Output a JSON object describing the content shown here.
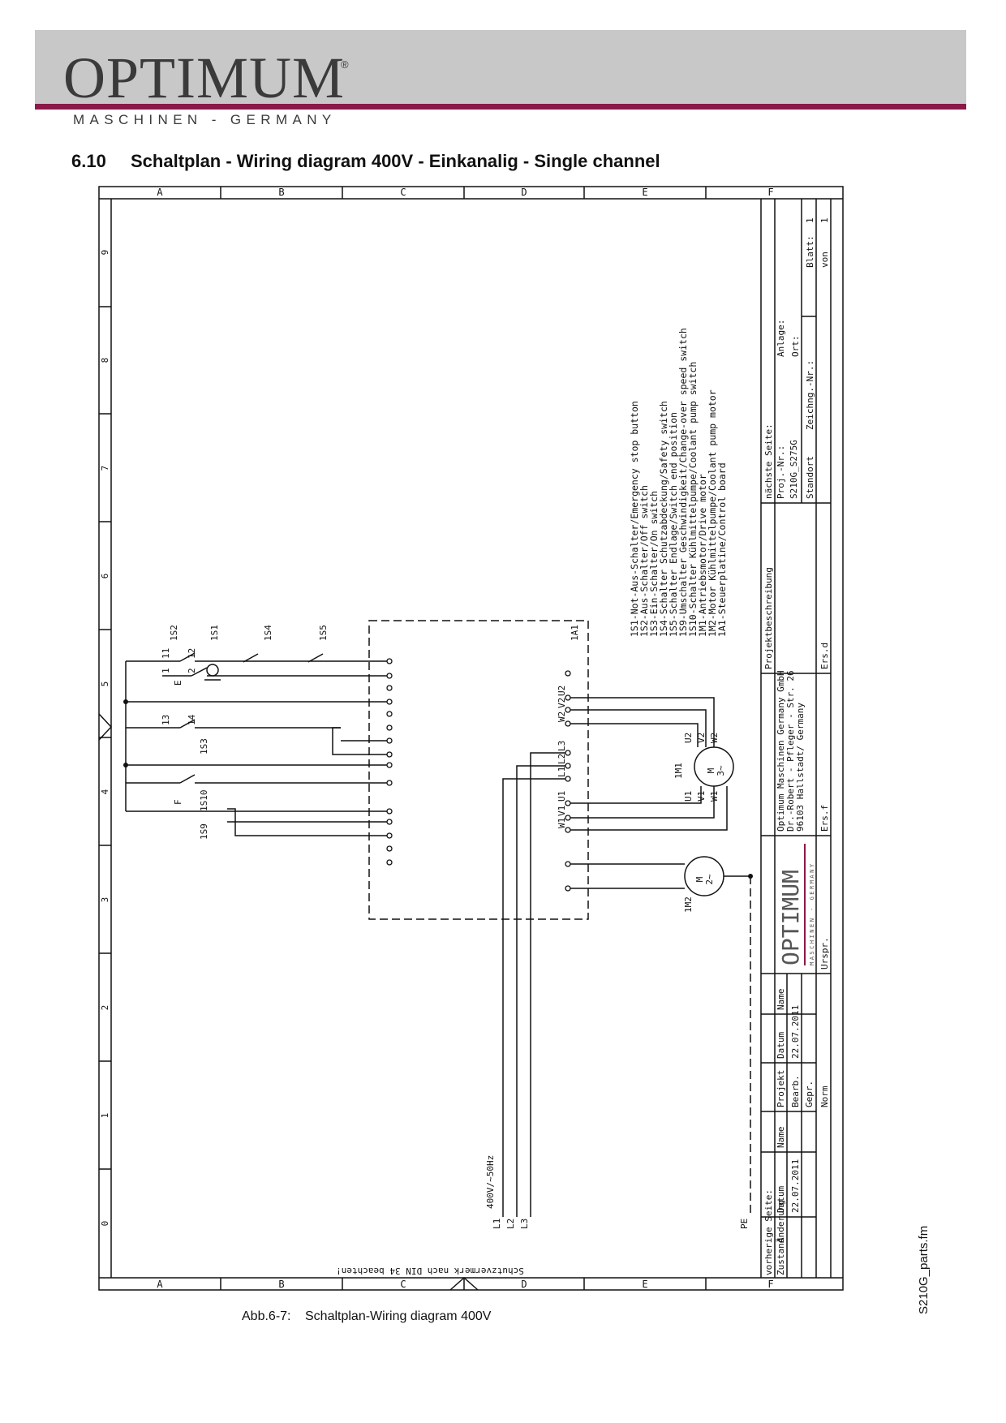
{
  "header": {
    "logo_word": "OPTIMUM",
    "logo_reg": "®",
    "logo_sub": "MASCHINEN - GERMANY",
    "brand_color": "#8b1a4a",
    "band_color": "#c8c8c8"
  },
  "section": {
    "number": "6.10",
    "title": "Schaltplan - Wiring diagram 400V - Einkanalig - Single channel"
  },
  "diagram": {
    "col_letters": [
      "A",
      "B",
      "C",
      "D",
      "E",
      "F"
    ],
    "row_numbers": [
      "0",
      "1",
      "2",
      "3",
      "4",
      "5",
      "6",
      "7",
      "8",
      "9"
    ],
    "protection_note": "Schutzvermerk nach DIN 34 beachten!",
    "legend": [
      "1S1-Not-Aus-Schalter/Emergency stop button",
      "1S2-Aus-Schalter/Off switch",
      "1S3-Ein-Schalter/On switch",
      "1S4-Schalter Schutzabdeckung/Safety switch",
      "1S5-Schalter Endlage/Switch end position",
      "1S9-Umschalter Geschwindigkeit/Change-over speed switch",
      "1S10-Schalter Kühlmittelpumpe/Coolant pump switch",
      "1M1-Antriebsmotor/Drive motor",
      "1M2-Motor Kühlmittelpumpe/Coolant pump motor",
      "1A1-Steuerplatine/Control board"
    ],
    "labels": {
      "s2": "1S2",
      "s1": "1S1",
      "s4": "1S4",
      "s5": "1S5",
      "s3": "1S3",
      "s9": "1S9",
      "s10": "1S10",
      "a1": "1A1",
      "m1": "1M1",
      "m2": "1M2",
      "c11": "11",
      "c12": "12",
      "c13": "13",
      "c14": "14",
      "c1": "1",
      "c2": "2",
      "e": "E",
      "f": "F",
      "voltage": "400V/~50Hz",
      "l1": "L1",
      "l2": "L2",
      "l3": "L3",
      "pe": "PE",
      "t_u2": "U2",
      "t_v2": "V2",
      "t_w2": "W2",
      "t_l3": "L3",
      "t_l2": "L2",
      "t_l1": "L1",
      "t_u1": "U1",
      "t_v1": "V1",
      "t_w1": "W1",
      "m_u1": "U1",
      "m_v1": "V1",
      "m_w1": "W1",
      "m_u2": "U2",
      "m_v2": "V2",
      "m_w2": "W2",
      "m_sym": "M",
      "m1_phase": "3~",
      "m2_phase": "2~"
    },
    "titleblock": {
      "prev_page": "vorherige Seite:",
      "zustand": "Zustand",
      "aenderung": "Änderung",
      "datum": "Datum",
      "name": "Name",
      "rev_date": "22.07.2011",
      "projekt": "Projekt",
      "datum2": "Datum",
      "name2": "Name",
      "bearb": "Bearb.",
      "bearb_date": "22.07.2011",
      "gepr": "Gepr.",
      "norm": "Norm",
      "ursp": "Urspr.",
      "logo_word": "OPTIMUM",
      "logo_sub": "MASCHINEN - GERMANY",
      "company_1": "Optimum Maschinen Germany GmbH",
      "company_2": "Dr.-Robert - Pfleger - Str. 26",
      "company_3": "96103 Hallstadt/ Germany",
      "ers_f": "Ers.f",
      "ers_d": "Ers.d",
      "projektbeschreibung": "Projektbeschreibung",
      "next_page": "nächste Seite:",
      "proj_nr_label": "Proj.-Nr.:",
      "proj_nr": "S210G_S275G",
      "standort": "Standort",
      "zeichng": "Zeichng.-Nr.:",
      "anlage": "Anlage:",
      "ort": "Ort:",
      "blatt": "Blatt:",
      "blatt_val": "1",
      "von": "von",
      "von_val": "1"
    }
  },
  "caption": {
    "number": "Abb.6-7:",
    "text": "Schaltplan-Wiring diagram 400V"
  },
  "side_file": "S210G_parts.fm"
}
